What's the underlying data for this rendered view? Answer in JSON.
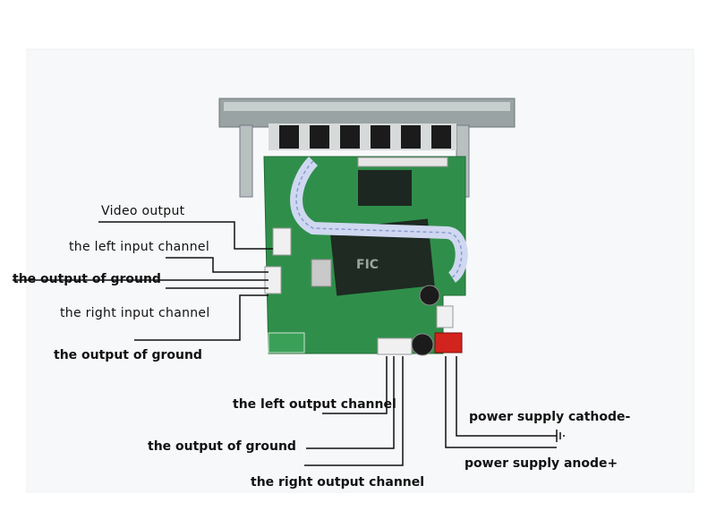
{
  "labels": {
    "video_output": "Video output",
    "left_input": "the left input channel",
    "ground_output_1": "the output of ground",
    "right_input": "the right input channel",
    "ground_output_2": "the output of ground",
    "left_output": "the left output channel",
    "ground_output_3": "the output of ground",
    "right_output": "the right output channel",
    "power_cathode": "power supply cathode-",
    "power_anode": "power supply anode+"
  },
  "chip_marking": "FIC",
  "colors": {
    "pcb": "#2f8f4a",
    "faceplate": "#9aa3a3",
    "connector_red": "#d3231e",
    "ribbon": "#cfd8f0",
    "leader_line": "#111111"
  }
}
